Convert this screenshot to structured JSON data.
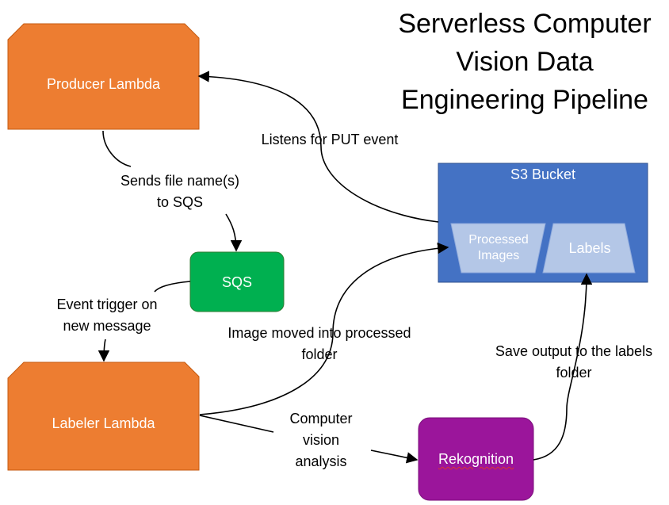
{
  "title": {
    "line1": "Serverless Computer",
    "line2": "Vision Data",
    "line3": "Engineering Pipeline"
  },
  "nodes": {
    "producer_lambda": {
      "label": "Producer Lambda",
      "color": "#ED7D31"
    },
    "labeler_lambda": {
      "label": "Labeler Lambda",
      "color": "#ED7D31"
    },
    "sqs": {
      "label": "SQS",
      "color": "#00B050"
    },
    "s3_bucket": {
      "title": "S3 Bucket",
      "color": "#4472C4",
      "processed_images_line1": "Processed",
      "processed_images_line2": "Images",
      "labels": "Labels",
      "folder_color": "#B4C7E7"
    },
    "rekognition": {
      "label": "Rekognition",
      "color": "#9B159B"
    }
  },
  "edges": {
    "listens_for_put": "Listens for PUT event",
    "sends_file_names_line1": "Sends file name(s)",
    "sends_file_names_line2": "to SQS",
    "event_trigger_line1": "Event trigger on",
    "event_trigger_line2": "new message",
    "image_moved_line1": "Image moved into processed",
    "image_moved_line2": "folder",
    "cv_analysis_line1": "Computer",
    "cv_analysis_line2": "vision",
    "cv_analysis_line3": "analysis",
    "save_output_line1": "Save output to the labels",
    "save_output_line2": "folder"
  }
}
